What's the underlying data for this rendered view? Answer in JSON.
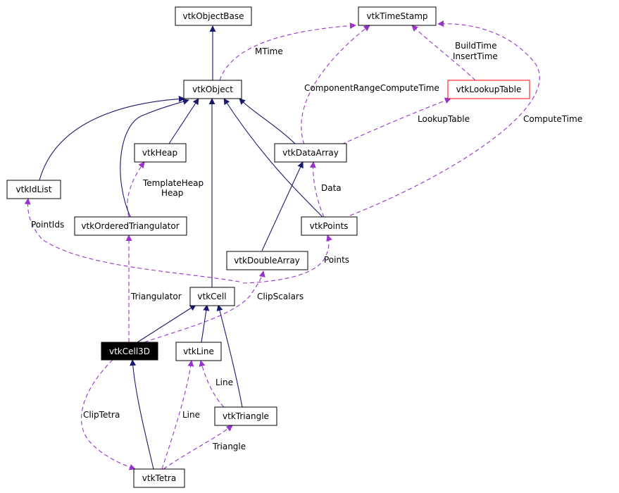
{
  "diagram": {
    "nodes": {
      "vtkObjectBase": "vtkObjectBase",
      "vtkTimeStamp": "vtkTimeStamp",
      "vtkObject": "vtkObject",
      "vtkLookupTable": "vtkLookupTable",
      "vtkHeap": "vtkHeap",
      "vtkDataArray": "vtkDataArray",
      "vtkIdList": "vtkIdList",
      "vtkOrderedTriangulator": "vtkOrderedTriangulator",
      "vtkPoints": "vtkPoints",
      "vtkDoubleArray": "vtkDoubleArray",
      "vtkCell": "vtkCell",
      "vtkCell3D": "vtkCell3D",
      "vtkLine": "vtkLine",
      "vtkTriangle": "vtkTriangle",
      "vtkTetra": "vtkTetra"
    },
    "labels": {
      "mtime": "MTime",
      "build_time": "BuildTime",
      "insert_time": "InsertTime",
      "component_range": "ComponentRangeComputeTime",
      "lookup_table": "LookupTable",
      "compute_time": "ComputeTime",
      "template_heap": "TemplateHeap",
      "heap": "Heap",
      "data": "Data",
      "point_ids": "PointIds",
      "points": "Points",
      "triangulator": "Triangulator",
      "clip_scalars": "ClipScalars",
      "line_1": "Line",
      "clip_tetra": "ClipTetra",
      "line_2": "Line",
      "triangle": "Triangle"
    },
    "colors": {
      "inheritance": "#191970",
      "usage": "#9a32cd",
      "highlight_border": "#ff0000",
      "current_fill": "#000000"
    }
  }
}
